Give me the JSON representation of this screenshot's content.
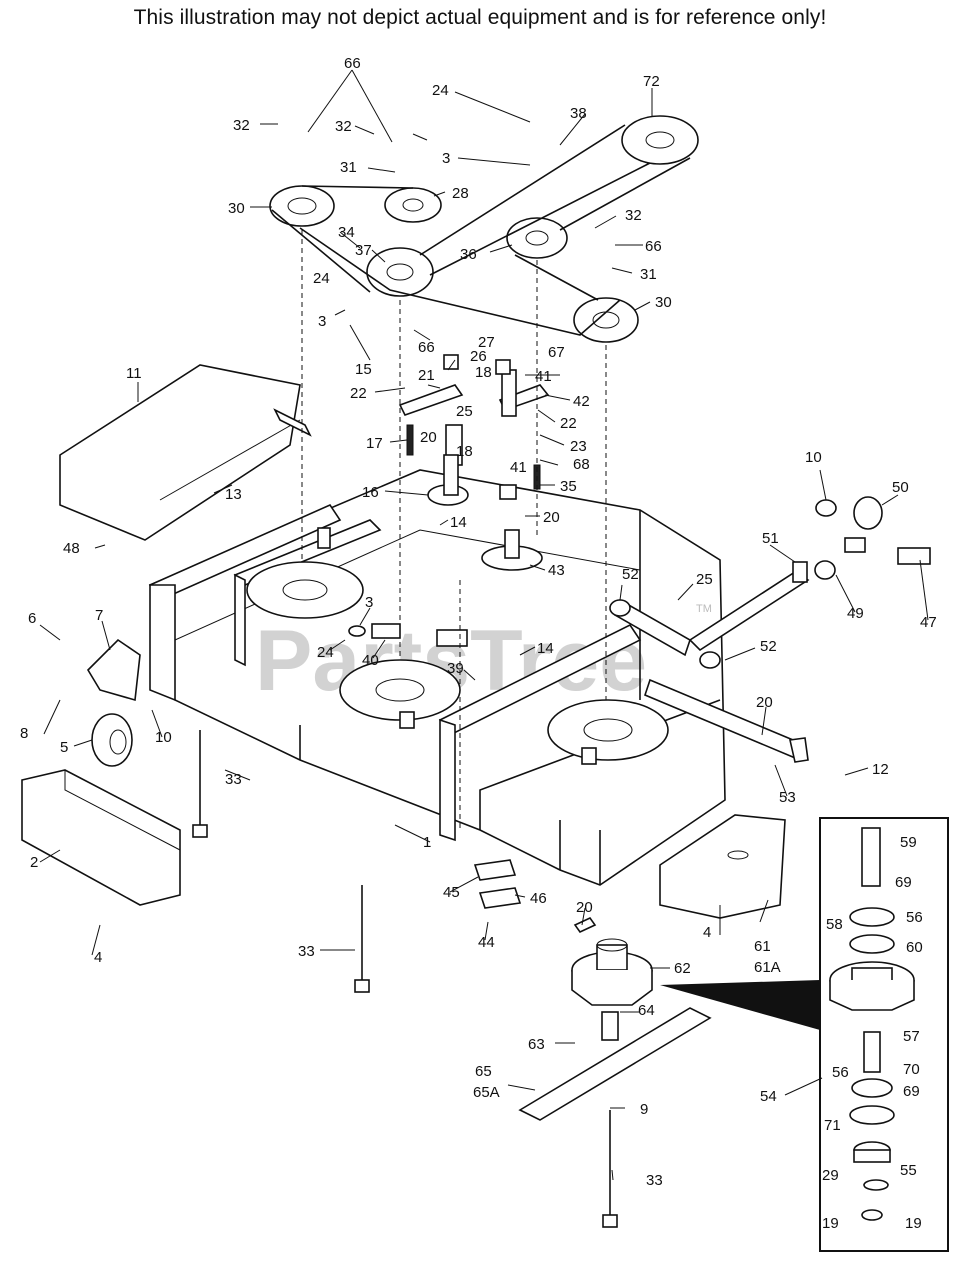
{
  "disclaimer": "This illustration may not depict actual equipment and is for reference only!",
  "watermark": "PartsTree",
  "trademark": "TM",
  "callouts": [
    {
      "id": "c66a",
      "text": "66"
    },
    {
      "id": "c24a",
      "text": "24"
    },
    {
      "id": "c72",
      "text": "72"
    },
    {
      "id": "c32a",
      "text": "32"
    },
    {
      "id": "c32b",
      "text": "32"
    },
    {
      "id": "c38",
      "text": "38"
    },
    {
      "id": "c3a",
      "text": "3"
    },
    {
      "id": "c31a",
      "text": "31"
    },
    {
      "id": "c28",
      "text": "28"
    },
    {
      "id": "c30a",
      "text": "30"
    },
    {
      "id": "c34",
      "text": "34"
    },
    {
      "id": "c37",
      "text": "37"
    },
    {
      "id": "c32c",
      "text": "32"
    },
    {
      "id": "c66b",
      "text": "66"
    },
    {
      "id": "c36",
      "text": "36"
    },
    {
      "id": "c31b",
      "text": "31"
    },
    {
      "id": "c24b",
      "text": "24"
    },
    {
      "id": "c30b",
      "text": "30"
    },
    {
      "id": "c3b",
      "text": "3"
    },
    {
      "id": "c27",
      "text": "27"
    },
    {
      "id": "c66c",
      "text": "66"
    },
    {
      "id": "c26",
      "text": "26"
    },
    {
      "id": "c67",
      "text": "67"
    },
    {
      "id": "c15",
      "text": "15"
    },
    {
      "id": "c18a",
      "text": "18"
    },
    {
      "id": "c11",
      "text": "11"
    },
    {
      "id": "c22a",
      "text": "22"
    },
    {
      "id": "c21",
      "text": "21"
    },
    {
      "id": "c41a",
      "text": "41"
    },
    {
      "id": "c25a",
      "text": "25"
    },
    {
      "id": "c42",
      "text": "42"
    },
    {
      "id": "c22b",
      "text": "22"
    },
    {
      "id": "c17",
      "text": "17"
    },
    {
      "id": "c20a",
      "text": "20"
    },
    {
      "id": "c18b",
      "text": "18"
    },
    {
      "id": "c23",
      "text": "23"
    },
    {
      "id": "c68",
      "text": "68"
    },
    {
      "id": "c13",
      "text": "13"
    },
    {
      "id": "c16",
      "text": "16"
    },
    {
      "id": "c41b",
      "text": "41"
    },
    {
      "id": "c35",
      "text": "35"
    },
    {
      "id": "c10a",
      "text": "10"
    },
    {
      "id": "c50",
      "text": "50"
    },
    {
      "id": "c14a",
      "text": "14"
    },
    {
      "id": "c20b",
      "text": "20"
    },
    {
      "id": "c48",
      "text": "48"
    },
    {
      "id": "c43",
      "text": "43"
    },
    {
      "id": "c51",
      "text": "51"
    },
    {
      "id": "c52a",
      "text": "52"
    },
    {
      "id": "c25b",
      "text": "25"
    },
    {
      "id": "c49",
      "text": "49"
    },
    {
      "id": "c47",
      "text": "47"
    },
    {
      "id": "c6",
      "text": "6"
    },
    {
      "id": "c7",
      "text": "7"
    },
    {
      "id": "c3c",
      "text": "3"
    },
    {
      "id": "c52b",
      "text": "52"
    },
    {
      "id": "c14b",
      "text": "14"
    },
    {
      "id": "c24c",
      "text": "24"
    },
    {
      "id": "c40",
      "text": "40"
    },
    {
      "id": "c39",
      "text": "39"
    },
    {
      "id": "c8",
      "text": "8"
    },
    {
      "id": "c10b",
      "text": "10"
    },
    {
      "id": "c20c",
      "text": "20"
    },
    {
      "id": "c5",
      "text": "5"
    },
    {
      "id": "c12",
      "text": "12"
    },
    {
      "id": "c33a",
      "text": "33"
    },
    {
      "id": "c53",
      "text": "53"
    },
    {
      "id": "c59",
      "text": "59"
    },
    {
      "id": "c1",
      "text": "1"
    },
    {
      "id": "c2",
      "text": "2"
    },
    {
      "id": "c69a",
      "text": "69"
    },
    {
      "id": "c45",
      "text": "45"
    },
    {
      "id": "c46",
      "text": "46"
    },
    {
      "id": "c58",
      "text": "58"
    },
    {
      "id": "c56a",
      "text": "56"
    },
    {
      "id": "c20d",
      "text": "20"
    },
    {
      "id": "c60",
      "text": "60"
    },
    {
      "id": "c4a",
      "text": "4"
    },
    {
      "id": "c61",
      "text": "61"
    },
    {
      "id": "c61A",
      "text": "61A"
    },
    {
      "id": "c44",
      "text": "44"
    },
    {
      "id": "c33b",
      "text": "33"
    },
    {
      "id": "c4b",
      "text": "4"
    },
    {
      "id": "c62",
      "text": "62"
    },
    {
      "id": "c57",
      "text": "57"
    },
    {
      "id": "c64",
      "text": "64"
    },
    {
      "id": "c63",
      "text": "63"
    },
    {
      "id": "c70",
      "text": "70"
    },
    {
      "id": "c65",
      "text": "65"
    },
    {
      "id": "c65A",
      "text": "65A"
    },
    {
      "id": "c56b",
      "text": "56"
    },
    {
      "id": "c54",
      "text": "54"
    },
    {
      "id": "c69b",
      "text": "69"
    },
    {
      "id": "c9",
      "text": "9"
    },
    {
      "id": "c71",
      "text": "71"
    },
    {
      "id": "c55",
      "text": "55"
    },
    {
      "id": "c33c",
      "text": "33"
    },
    {
      "id": "c29",
      "text": "29"
    },
    {
      "id": "c19a",
      "text": "19"
    },
    {
      "id": "c19b",
      "text": "19"
    }
  ]
}
